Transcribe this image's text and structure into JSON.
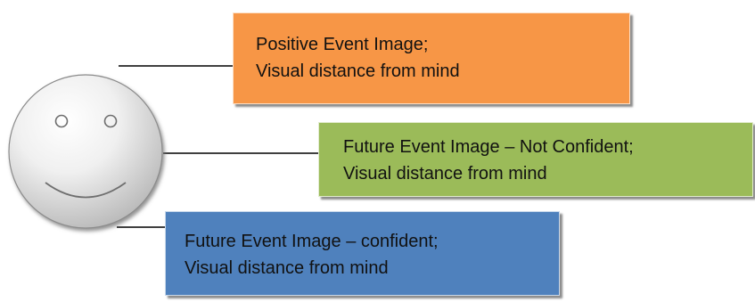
{
  "diagram": {
    "face": {
      "icon": "smiley-face-icon"
    },
    "boxes": {
      "positive": {
        "line1": "Positive Event Image;",
        "line2": "Visual distance from mind",
        "color": "#F79646"
      },
      "not_confident": {
        "line1": "Future Event Image – Not Confident;",
        "line2": "Visual distance from mind",
        "color": "#9BBB59"
      },
      "confident": {
        "line1": "Future Event Image – confident;",
        "line2": "Visual distance from mind",
        "color": "#4F81BD"
      }
    },
    "connector_color": "#000000"
  }
}
